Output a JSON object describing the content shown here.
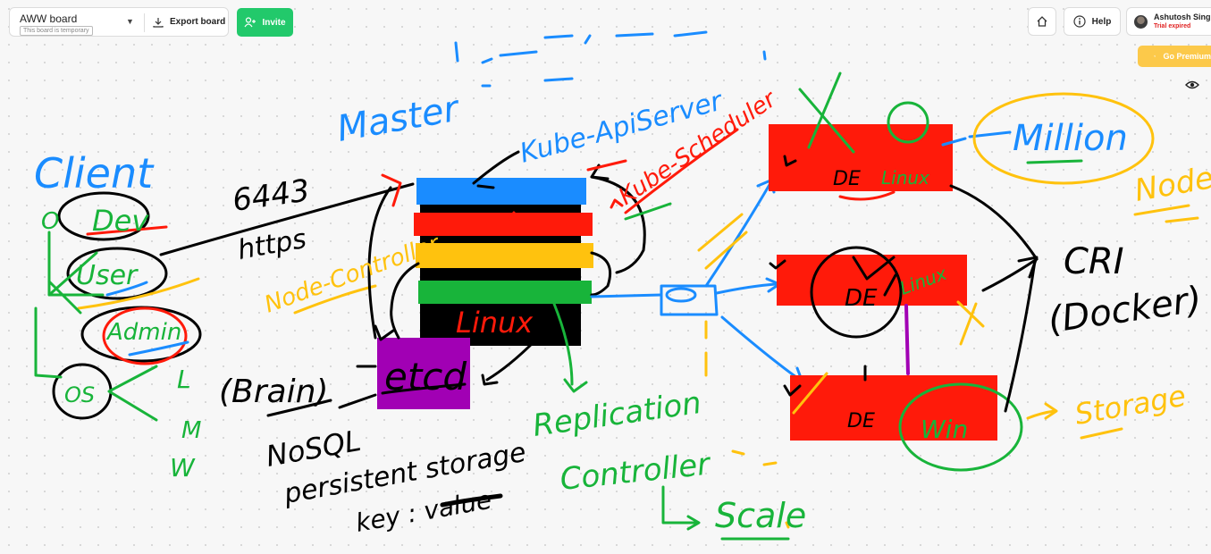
{
  "toolbar": {
    "board_name": "AWW board",
    "temporary_note": "This board is temporary",
    "export_label": "Export board",
    "invite_label": "Invite",
    "help_label": "Help",
    "user_name": "Ashutosh Singh",
    "user_status": "Trial expired",
    "premium_label": "Go Premium",
    "icons": [
      "chevron-down-icon",
      "download-icon",
      "add-user-icon",
      "home-icon",
      "info-icon",
      "diamond-icon",
      "eye-icon"
    ]
  },
  "colors": {
    "accent_green": "#22c96b",
    "premium_yellow": "#fcc94a",
    "ink_blue": "#1a8cff",
    "ink_red": "#ff1a0a",
    "ink_green": "#18b43a",
    "ink_yellow": "#ffc20e",
    "ink_purple": "#a100b4",
    "ink_black": "#000000"
  },
  "drawing": {
    "client": "Client",
    "o": "O",
    "dev": "Dev",
    "user": "User",
    "admin": "Admin",
    "os": "OS",
    "l": "L",
    "m": "M",
    "w": "W",
    "master": "Master",
    "port": "6443",
    "https": "https",
    "kube_apiserver": "Kube-ApiServer",
    "kube_scheduler": "Kube-Scheduler",
    "node_controller": "Node-Controller",
    "linux": "Linux",
    "etcd": "etcd",
    "brain": "(Brain)",
    "nosql": "NoSQL",
    "persistent_storage": "persistent storage",
    "key_value": "key : value",
    "replication": "Replication",
    "controller": "Controller",
    "scale": "Scale",
    "node1": "DE",
    "node2": "DE",
    "node3": "DE",
    "linux_n1": "Linux",
    "linux_n2": "Linux",
    "windows_n3": "Win",
    "million": "Million",
    "node": "Node",
    "cri": "CRI",
    "docker": "(Docker)",
    "storage": "Storage"
  }
}
